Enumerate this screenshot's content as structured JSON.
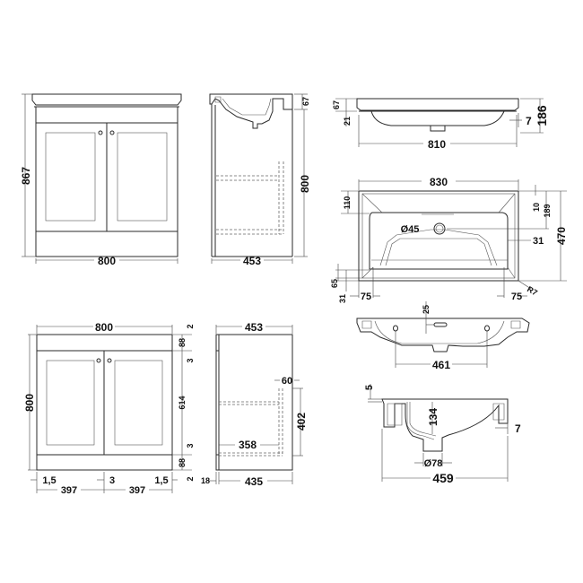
{
  "views": {
    "front_top": {
      "width_label": "800",
      "height_label": "867"
    },
    "side_top": {
      "depth_label": "453",
      "height_label": "800",
      "basin_top_label": "67"
    },
    "basin_front": {
      "top_offset_label": "67",
      "rim_label": "21",
      "width_label": "810",
      "overhang_label": "7",
      "height_label": "186"
    },
    "basin_plan": {
      "width_label": "830",
      "back_label": "110",
      "tap_label": "Ø45",
      "right_top_label": "10",
      "tap_depth_label": "189",
      "side_label": "31",
      "depth_label": "470",
      "corner_front_label": "65",
      "front_edge_label": "31",
      "left_inset_label": "75",
      "right_inset_label": "75",
      "radius_label": "R7"
    },
    "basin_section": {
      "overflow_label": "25",
      "fixing_label": "461"
    },
    "basin_side_section": {
      "rim_label": "5",
      "bowl_depth_label": "134",
      "overhang_label": "7",
      "waste_label": "Ø78",
      "depth_label": "459"
    },
    "front_bottom": {
      "width_label": "800",
      "height_label": "800",
      "top_gap_label": "2",
      "top_rail_label": "88",
      "upper_gap_label": "3",
      "door_label": "614",
      "lower_gap_label": "3",
      "plinth_label": "88",
      "bottom_gap_label": "2",
      "left_gap_label": "1,5",
      "center_gap_label": "3",
      "right_gap_label": "1,5",
      "left_door_label": "397",
      "right_door_label": "397"
    },
    "side_bottom": {
      "depth_label": "453",
      "shelf_inset_label": "60",
      "shelf_height_label": "402",
      "shelf_depth_label": "358",
      "door_thickness_label": "18",
      "carcass_depth_label": "435"
    }
  }
}
